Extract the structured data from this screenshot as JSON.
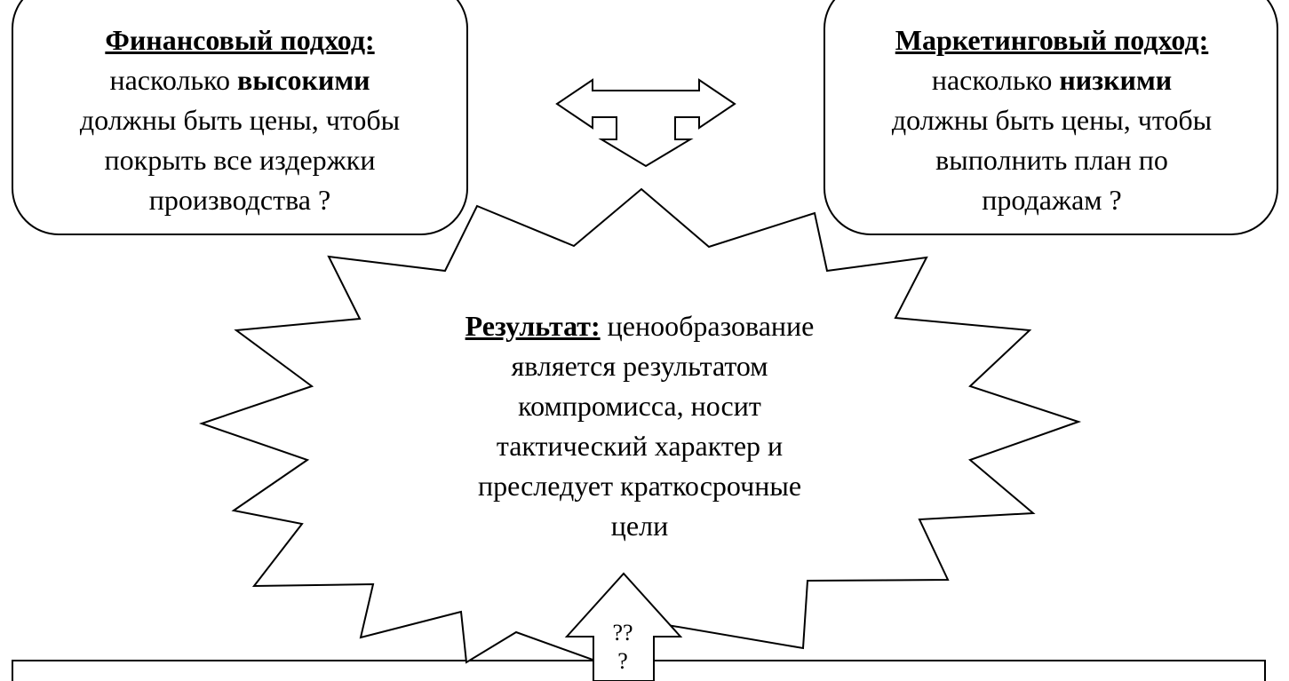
{
  "financial": {
    "title": "Финансовый подход:",
    "line1_pre": "насколько ",
    "line1_em": "высокими",
    "line2": "должны быть цены, чтобы",
    "line3": "покрыть все издержки",
    "line4": "производства ?"
  },
  "marketing": {
    "title": "Маркетинговый подход:",
    "line1_pre": "насколько ",
    "line1_em": "низкими",
    "line2": "должны быть цены, чтобы",
    "line3": "выполнить план по",
    "line4": "продажам ?"
  },
  "result": {
    "title": "Результат:",
    "line1_rest": " ценообразование",
    "line2": "является результатом",
    "line3": "компромисса, носит",
    "line4": "тактический характер и",
    "line5": "преследует краткосрочные",
    "line6": "цели"
  },
  "up_arrow": {
    "line1": "??",
    "line2": "?"
  }
}
